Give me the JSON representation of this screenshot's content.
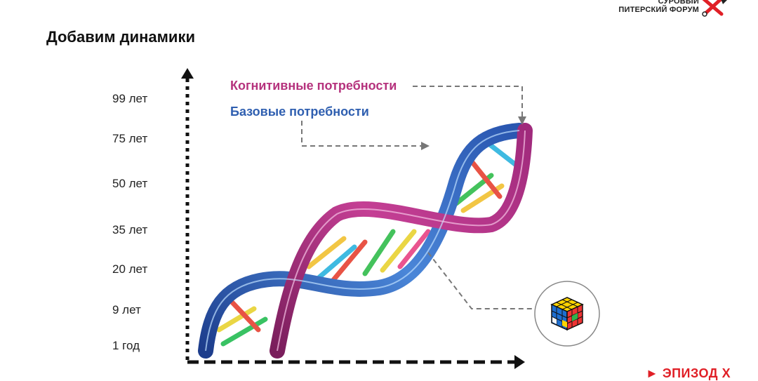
{
  "logo": {
    "line1": "СУРОВЫЙ",
    "line2": "ПИТЕРСКИЙ ФОРУМ"
  },
  "slide": {
    "title": "Добавим динамики"
  },
  "y_axis": {
    "labels": [
      "99 лет",
      "75 лет",
      "50 лет",
      "35 лет",
      "20 лет",
      "9 лет",
      "1 год"
    ]
  },
  "legend": {
    "cognitive": {
      "label": "Когнитивные потребности",
      "color": "#b5327d"
    },
    "basic": {
      "label": "Базовые потребности",
      "color": "#2f5fb0"
    }
  },
  "footer": {
    "episode": "► ЭПИЗОД Х",
    "color": "#e01f26"
  },
  "icons": [
    "dna-helix-image",
    "rubiks-cube-icon",
    "logo-tools-icon"
  ]
}
